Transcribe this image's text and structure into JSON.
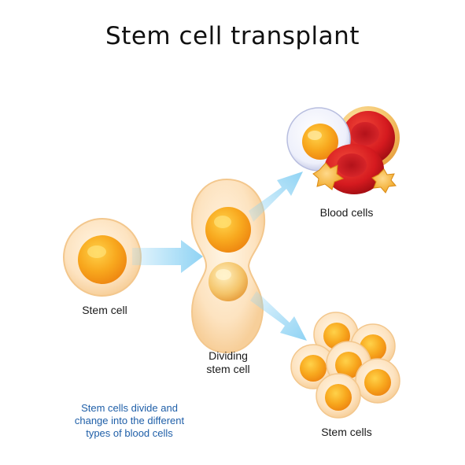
{
  "title": "Stem cell transplant",
  "labels": {
    "stem_cell": "Stem cell",
    "dividing_line1": "Dividing",
    "dividing_line2": "stem cell",
    "blood_cells": "Blood cells",
    "stem_cells": "Stem cells"
  },
  "note": {
    "line1": "Stem cells divide and",
    "line2": "change into the different",
    "line3": "types of blood cells"
  },
  "colors": {
    "arrow": "#8fd3f4",
    "cell_body": "#fde6c8",
    "nucleus": "#f6a21a",
    "red_cell": "#d51a1f",
    "note_text": "#1f5fa8"
  }
}
